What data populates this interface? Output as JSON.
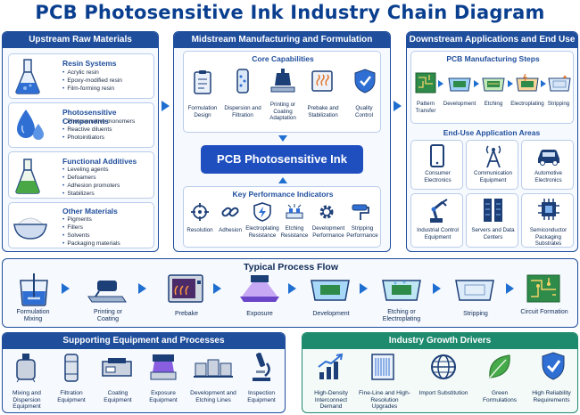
{
  "title": "PCB Photosensitive Ink Industry Chain Diagram",
  "upstream": {
    "header": "Upstream Raw Materials",
    "groups": [
      {
        "title": "Resin Systems",
        "items": [
          "Acrylic resin",
          "Epoxy-modified resin",
          "Film-forming resin"
        ]
      },
      {
        "title": "Photosensitive Components",
        "items": [
          "Photosensitive monomers",
          "Reactive diluents",
          "Photoinitiators"
        ]
      },
      {
        "title": "Functional Additives",
        "items": [
          "Leveling agents",
          "Defoamers",
          "Adhesion promoters",
          "Stabilizers"
        ]
      },
      {
        "title": "Other Materials",
        "items": [
          "Pigments",
          "Fillers",
          "Solvents",
          "Packaging materials"
        ]
      }
    ]
  },
  "midstream": {
    "header": "Midstream Manufacturing and Formulation",
    "core_title": "Core Capabilities",
    "core": [
      "Formulation Design",
      "Dispersion and Filtration",
      "Printing or Coating Adaptation",
      "Prebake and Stabilization",
      "Quality Control"
    ],
    "center": "PCB Photosensitive Ink",
    "kpi_title": "Key Performance Indicators",
    "kpi": [
      "Resolution",
      "Adhesion",
      "Electroplating Resistance",
      "Etching Resistance",
      "Development Performance",
      "Stripping Performance"
    ]
  },
  "downstream": {
    "header": "Downstream Applications and End Use",
    "steps_title": "PCB Manufacturing Steps",
    "steps": [
      "Pattern Transfer",
      "Development",
      "Etching",
      "Electroplating",
      "Stripping"
    ],
    "areas_title": "End-Use Application Areas",
    "areas": [
      "Consumer Electronics",
      "Communication Equipment",
      "Automotive Electronics",
      "Industrial Control Equipment",
      "Servers and Data Centers",
      "Semiconductor Packaging Substrates"
    ]
  },
  "process": {
    "header": "Typical Process Flow",
    "steps": [
      "Formulation Mixing",
      "Printing or Coating",
      "Prebake",
      "Exposure",
      "Development",
      "Etching or Electroplating",
      "Stripping",
      "Circuit Formation"
    ]
  },
  "equipment": {
    "header": "Supporting Equipment and Processes",
    "items": [
      "Mixing and Dispersion Equipment",
      "Filtration Equipment",
      "Coating Equipment",
      "Exposure Equipment",
      "Development and Etching Lines",
      "Inspection Equipment"
    ]
  },
  "drivers": {
    "header": "Industry Growth Drivers",
    "items": [
      "High-Density Interconnect Demand",
      "Fine-Line and High-Resolution Upgrades",
      "Import Substitution",
      "Green Formulations",
      "High Reliability Requirements"
    ]
  },
  "colors": {
    "navy": "#1f4e9c",
    "green_header": "#1e8a6e",
    "accent": "#1f6fd1"
  }
}
